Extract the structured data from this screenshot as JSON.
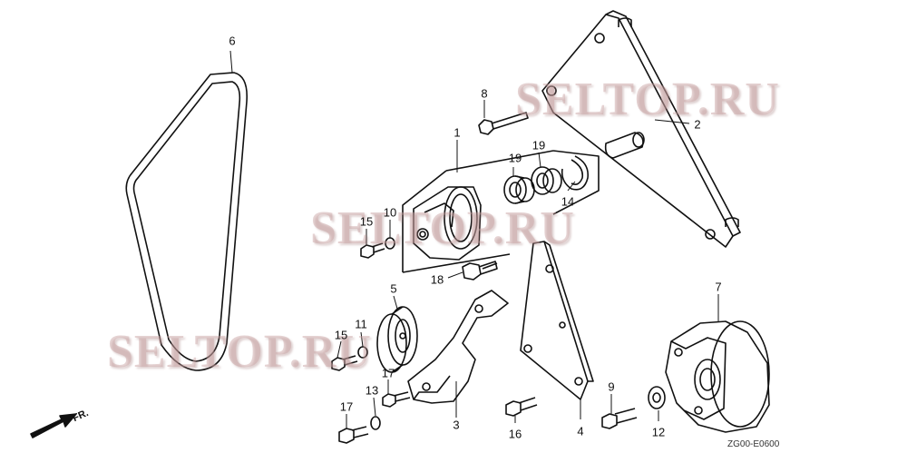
{
  "watermarks": [
    "SELTOP.RU",
    "SELTOP.RU",
    "SELTOP.RU"
  ],
  "direction_label": "FR.",
  "diagram_code": "ZG00-E0600",
  "callouts": [
    {
      "id": "1",
      "label": "1"
    },
    {
      "id": "2",
      "label": "2"
    },
    {
      "id": "3",
      "label": "3"
    },
    {
      "id": "4",
      "label": "4"
    },
    {
      "id": "5",
      "label": "5"
    },
    {
      "id": "6",
      "label": "6"
    },
    {
      "id": "7",
      "label": "7"
    },
    {
      "id": "8",
      "label": "8"
    },
    {
      "id": "9",
      "label": "9"
    },
    {
      "id": "10",
      "label": "10"
    },
    {
      "id": "11",
      "label": "11"
    },
    {
      "id": "12",
      "label": "12"
    },
    {
      "id": "13",
      "label": "13"
    },
    {
      "id": "14",
      "label": "14"
    },
    {
      "id": "15a",
      "label": "15"
    },
    {
      "id": "15b",
      "label": "15"
    },
    {
      "id": "16",
      "label": "16"
    },
    {
      "id": "17a",
      "label": "17"
    },
    {
      "id": "17b",
      "label": "17"
    },
    {
      "id": "18",
      "label": "18"
    },
    {
      "id": "19a",
      "label": "19"
    },
    {
      "id": "19b",
      "label": "19"
    }
  ]
}
